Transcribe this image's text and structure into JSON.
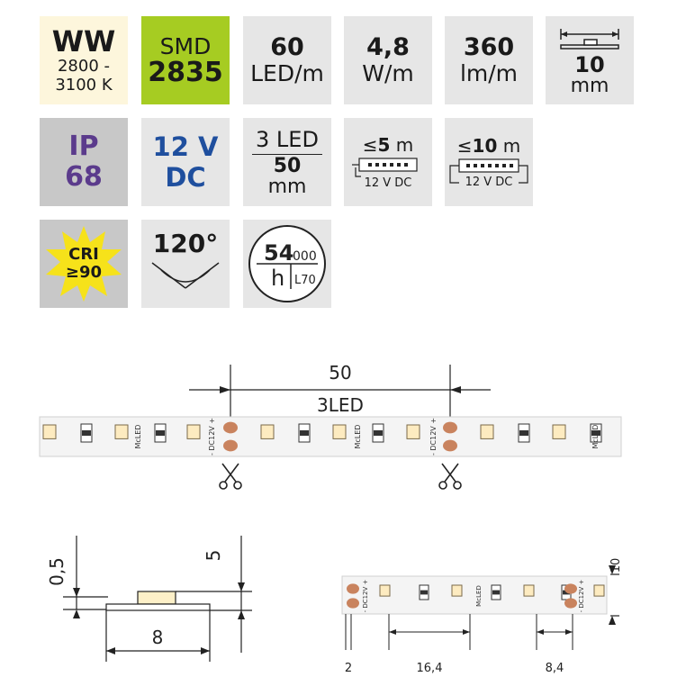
{
  "tiles": {
    "ww": {
      "title": "WW",
      "range_1": "2800 -",
      "range_2": "3100 K",
      "bg": "#fdf6dc"
    },
    "smd": {
      "label": "SMD",
      "value": "2835",
      "bg": "#a6cc22"
    },
    "density": {
      "value": "60",
      "unit": "LED/m"
    },
    "power": {
      "value": "4,8",
      "unit": "W/m"
    },
    "lumen": {
      "value": "360",
      "unit": "lm/m"
    },
    "width": {
      "value": "10",
      "unit": "mm"
    },
    "ip": {
      "label": "IP",
      "value": "68",
      "color": "#5b3b8c",
      "bg": "#c8c8c8"
    },
    "voltage": {
      "value": "12 V",
      "unit": "DC",
      "color": "#1f4f9e"
    },
    "cut": {
      "value": "3 LED",
      "length": "50",
      "unit": "mm"
    },
    "run5": {
      "prefix": "≤",
      "value": "5",
      "unit": "m",
      "label": "12 V DC"
    },
    "run10": {
      "prefix": "≤",
      "value": "10",
      "unit": "m",
      "label": "12 V DC"
    },
    "cri": {
      "label": "CRI",
      "value": "≥90",
      "star": "#f6e21a"
    },
    "angle": {
      "value": "120°"
    },
    "life": {
      "value": "54",
      "suffix": "000",
      "unit": "h",
      "tag": "L70"
    }
  },
  "strip": {
    "dim_top": "50",
    "dim_leds": "3LED",
    "chip_text": "McLED",
    "pad_text_a": "- DC12V +",
    "pad_text_b": "- DC12V +"
  },
  "profile": {
    "dim_h1": "0,5",
    "dim_h2": "5",
    "dim_w": "8"
  },
  "detail": {
    "dim_pad": "2",
    "dim_pitch": "16,4",
    "dim_seg": "8,4",
    "dim_width": "10"
  }
}
